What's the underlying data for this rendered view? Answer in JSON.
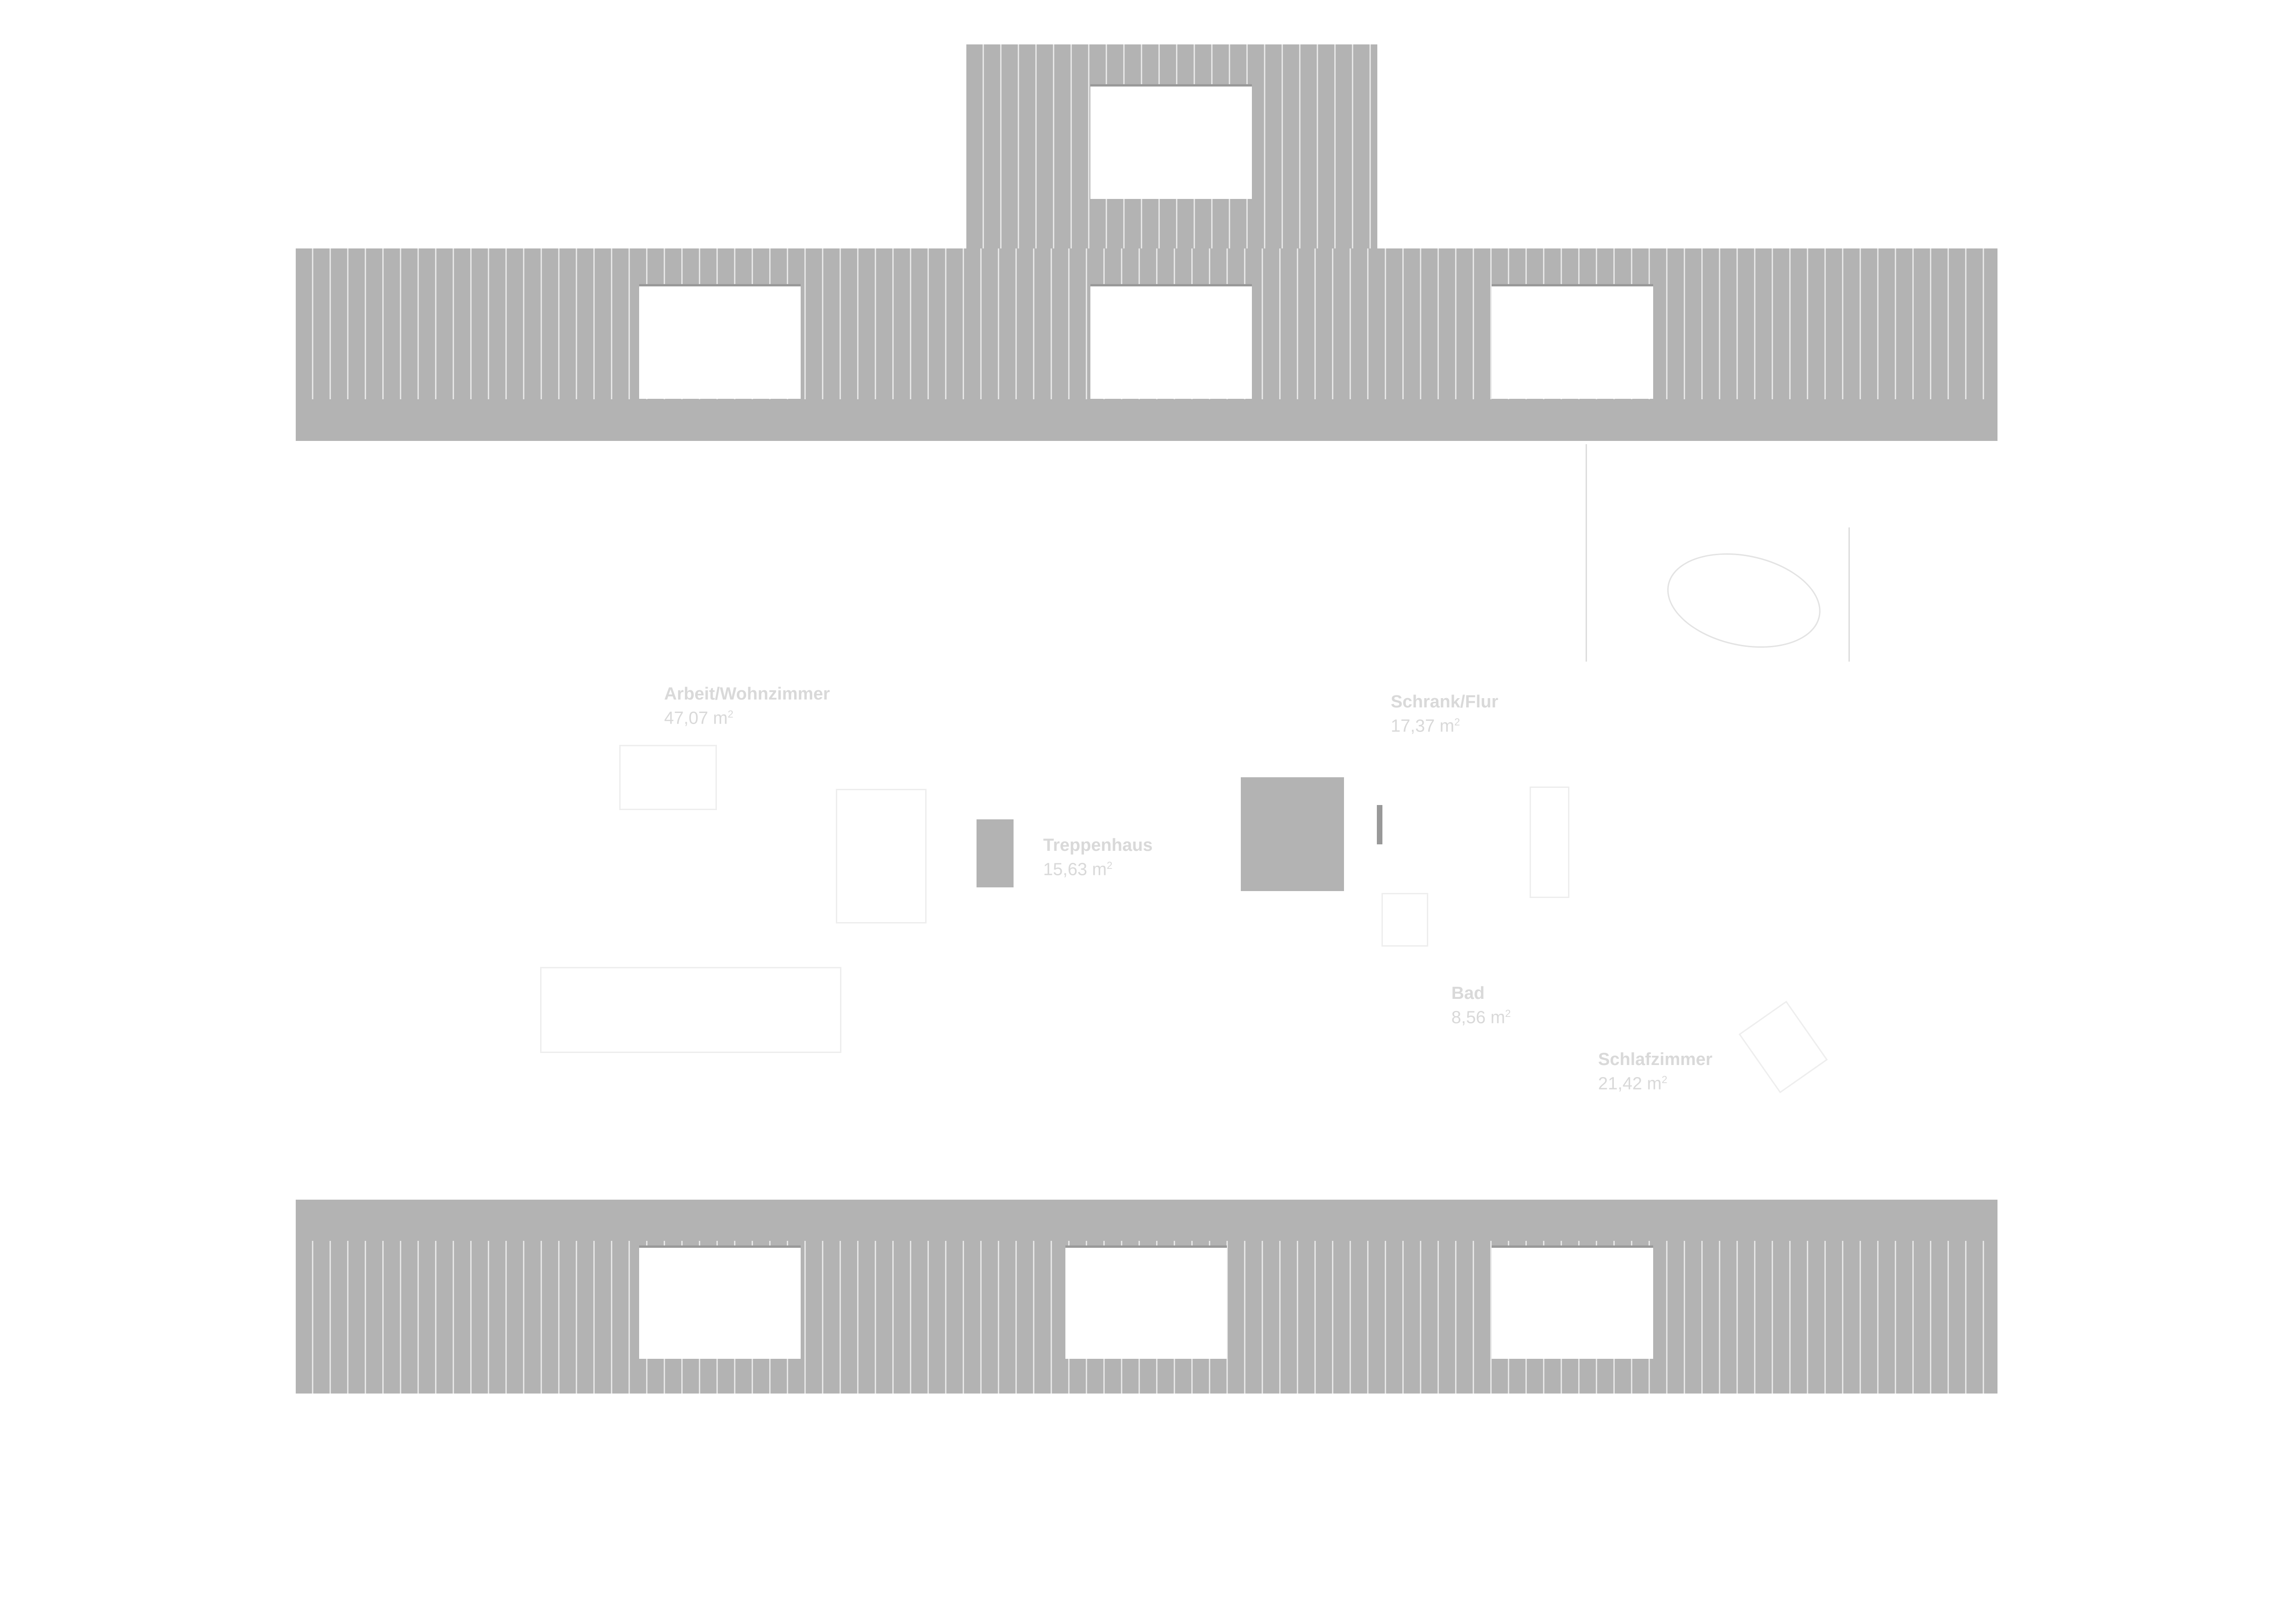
{
  "rooms": [
    {
      "name": "Arbeit/Wohnzimmer",
      "area": "47,07 m",
      "unit_exp": "2"
    },
    {
      "name": "Schrank/Flur",
      "area": "17,37 m",
      "unit_exp": "2"
    },
    {
      "name": "Treppenhaus",
      "area": "15,63 m",
      "unit_exp": "2"
    },
    {
      "name": "Bad",
      "area": "8,56 m",
      "unit_exp": "2"
    },
    {
      "name": "Schlafzimmer",
      "area": "21,42 m",
      "unit_exp": "2"
    }
  ],
  "colors": {
    "roof": "#b3b3b3",
    "label": "#d9d9d9"
  }
}
